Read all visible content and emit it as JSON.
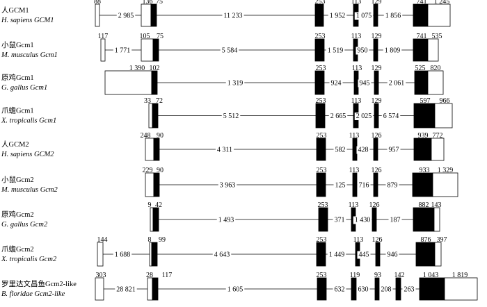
{
  "rows": [
    {
      "name": "人GCM1",
      "species": "H. sapiens GCM1",
      "exons": [
        {
          "label": "88",
          "segs": [
            "w"
          ]
        },
        {
          "label": "136",
          "segs": [
            "w"
          ]
        },
        {
          "label": "75",
          "segs": [
            "b"
          ]
        },
        {
          "label": "253",
          "segs": [
            "b"
          ]
        },
        {
          "label": "113",
          "segs": [
            "b"
          ]
        },
        {
          "label": "129",
          "segs": [
            "b"
          ]
        },
        {
          "label": "741",
          "segs": [
            "b"
          ]
        },
        {
          "label": "1 245",
          "segs": [
            "w"
          ]
        }
      ],
      "introns": [
        "2 985",
        "11 233",
        "1 952",
        "1 075",
        "1 856"
      ]
    },
    {
      "name": "小鼠Gcm1",
      "species": "M. musculus Gcm1",
      "exons": [
        {
          "label": "117",
          "segs": [
            "w"
          ]
        },
        {
          "label": "105",
          "segs": [
            "w"
          ]
        },
        {
          "label": "75",
          "segs": [
            "b"
          ]
        },
        {
          "label": "253",
          "segs": [
            "b"
          ]
        },
        {
          "label": "113",
          "segs": [
            "b"
          ]
        },
        {
          "label": "129",
          "segs": [
            "b"
          ]
        },
        {
          "label": "741",
          "segs": [
            "b"
          ]
        },
        {
          "label": "535",
          "segs": [
            "w"
          ]
        }
      ],
      "introns": [
        "1 771",
        "5 584",
        "1 519",
        "950",
        "1 809"
      ]
    },
    {
      "name": "原鸡Gcm1",
      "species": "G. gallus Gcm1",
      "exons": [
        {
          "label": "1 390",
          "segs": [
            "w"
          ]
        },
        {
          "label": "102",
          "segs": [
            "b"
          ]
        },
        {
          "label": "253",
          "segs": [
            "b"
          ]
        },
        {
          "label": "113",
          "segs": [
            "b"
          ]
        },
        {
          "label": "129",
          "segs": [
            "b"
          ]
        },
        {
          "label": "525",
          "segs": [
            "b"
          ]
        },
        {
          "label": "820",
          "segs": [
            "w"
          ]
        }
      ],
      "introns": [
        "1 319",
        "924",
        "945",
        "2 061"
      ]
    },
    {
      "name": "爪蟾Gcm1",
      "species": "X. tropicalis Gcm1",
      "exons": [
        {
          "label": "33",
          "segs": [
            "w"
          ]
        },
        {
          "label": "72",
          "segs": [
            "b"
          ]
        },
        {
          "label": "253",
          "segs": [
            "b"
          ]
        },
        {
          "label": "113",
          "segs": [
            "b"
          ]
        },
        {
          "label": "129",
          "segs": [
            "b"
          ]
        },
        {
          "label": "597",
          "segs": [
            "b"
          ]
        },
        {
          "label": "966",
          "segs": [
            "w"
          ]
        }
      ],
      "introns": [
        "5 512",
        "2 665",
        "2 025",
        "6 574"
      ]
    },
    {
      "name": "人GCM2",
      "species": "H. sapiens GCM2",
      "exons": [
        {
          "label": "248",
          "segs": [
            "w"
          ]
        },
        {
          "label": "90",
          "segs": [
            "b"
          ]
        },
        {
          "label": "253",
          "segs": [
            "b"
          ]
        },
        {
          "label": "113",
          "segs": [
            "b"
          ]
        },
        {
          "label": "126",
          "segs": [
            "b"
          ]
        },
        {
          "label": "939",
          "segs": [
            "b"
          ]
        },
        {
          "label": "772",
          "segs": [
            "w"
          ]
        }
      ],
      "introns": [
        "4 311",
        "582",
        "428",
        "957"
      ]
    },
    {
      "name": "小鼠Gcm2",
      "species": "M. musculus Gcm2",
      "exons": [
        {
          "label": "229",
          "segs": [
            "w"
          ]
        },
        {
          "label": "90",
          "segs": [
            "b"
          ]
        },
        {
          "label": "253",
          "segs": [
            "b"
          ]
        },
        {
          "label": "113",
          "segs": [
            "b"
          ]
        },
        {
          "label": "126",
          "segs": [
            "b"
          ]
        },
        {
          "label": "933",
          "segs": [
            "b"
          ]
        },
        {
          "label": "1 329",
          "segs": [
            "w"
          ]
        }
      ],
      "introns": [
        "3 963",
        "125",
        "716",
        "879"
      ]
    },
    {
      "name": "原鸡Gcm2",
      "species": "G. gallus Gcm2",
      "exons": [
        {
          "label": "9",
          "segs": [
            "w"
          ]
        },
        {
          "label": "42",
          "segs": [
            "b"
          ]
        },
        {
          "label": "253",
          "segs": [
            "b"
          ]
        },
        {
          "label": "113",
          "segs": [
            "b"
          ]
        },
        {
          "label": "126",
          "segs": [
            "b"
          ]
        },
        {
          "label": "882",
          "segs": [
            "b"
          ]
        },
        {
          "label": "143",
          "segs": [
            "w"
          ]
        }
      ],
      "introns": [
        "1 493",
        "371",
        "1 430",
        "187"
      ]
    },
    {
      "name": "爪蟾Gcm2",
      "species": "X. tropicalis Gcm2",
      "exons": [
        {
          "label": "144",
          "segs": [
            "w"
          ]
        },
        {
          "label": "8",
          "segs": [
            "w"
          ]
        },
        {
          "label": "99",
          "segs": [
            "b"
          ]
        },
        {
          "label": "253",
          "segs": [
            "b"
          ]
        },
        {
          "label": "113",
          "segs": [
            "b"
          ]
        },
        {
          "label": "126",
          "segs": [
            "b"
          ]
        },
        {
          "label": "876",
          "segs": [
            "b"
          ]
        },
        {
          "label": "397",
          "segs": [
            "w"
          ]
        }
      ],
      "introns": [
        "1 688",
        "4 643",
        "1 449",
        "445",
        "946"
      ]
    },
    {
      "name": "罗里达文昌鱼Gcm2-like",
      "species": "B. floridae Gcm2-like",
      "exons": [
        {
          "label": "303",
          "segs": [
            "w"
          ]
        },
        {
          "label": "28",
          "segs": [
            "w"
          ]
        },
        {
          "label": "117",
          "segs": [
            "b"
          ]
        },
        {
          "label": "253",
          "segs": [
            "b"
          ]
        },
        {
          "label": "119",
          "segs": [
            "b"
          ]
        },
        {
          "label": "93",
          "segs": [
            "b"
          ]
        },
        {
          "label": "142",
          "segs": [
            "b"
          ]
        },
        {
          "label": "1 043",
          "segs": [
            "b"
          ]
        },
        {
          "label": "1 819",
          "segs": [
            "w"
          ]
        }
      ],
      "introns": [
        "28 821",
        "1 605",
        "632",
        "630",
        "208",
        "263"
      ]
    }
  ],
  "colors": {
    "stroke": "#000000",
    "coding": "#000000",
    "utr": "#ffffff"
  }
}
